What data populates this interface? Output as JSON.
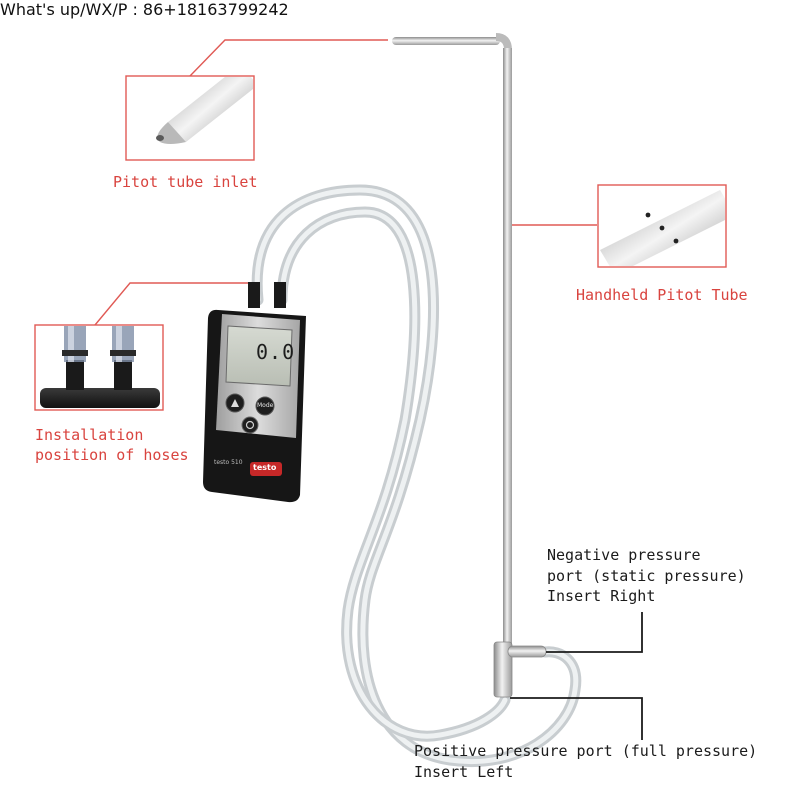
{
  "contact": "What's up/WX/P :  86+18163799242",
  "labels": {
    "pitot_inlet": "Pitot tube inlet",
    "handheld_pitot": "Handheld Pitot Tube",
    "install_line1": "Installation",
    "install_line2": "position of hoses",
    "neg_line1": "Negative pressure",
    "neg_line2": "port (static pressure)",
    "neg_line3": "Insert Right",
    "pos_line1": "Positive pressure port (full pressure)",
    "pos_line2": "Insert Left"
  },
  "device": {
    "display": "0.0",
    "mode_button": "Mode",
    "model": "testo 510",
    "brand": "testo"
  },
  "colors": {
    "label_red": "#d9443f",
    "leader_red": "#e05a55",
    "callout_dark": "#1b1b1b"
  }
}
